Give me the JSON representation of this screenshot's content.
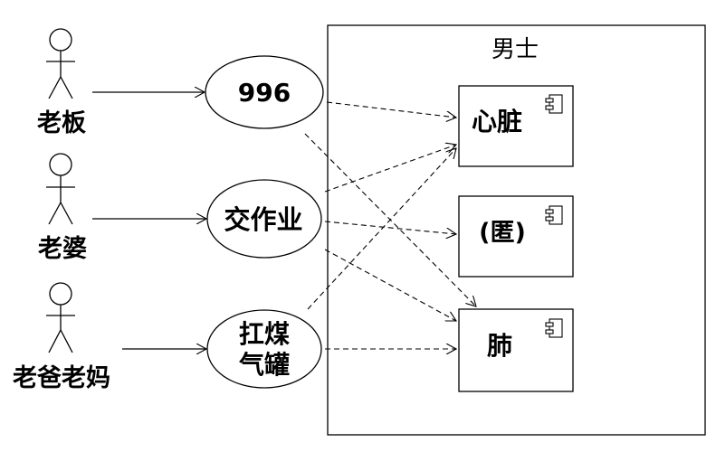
{
  "system": {
    "title": "男士"
  },
  "actors": [
    {
      "id": "boss",
      "label": "老板"
    },
    {
      "id": "wife",
      "label": "老婆"
    },
    {
      "id": "parents",
      "label": "老爸老妈"
    }
  ],
  "usecases": [
    {
      "id": "uc-996",
      "label": "996"
    },
    {
      "id": "uc-homework",
      "label": "交作业"
    },
    {
      "id": "uc-gas",
      "line1": "扛煤",
      "line2": "气罐"
    }
  ],
  "components": [
    {
      "id": "heart",
      "label": "心脏"
    },
    {
      "id": "hidden",
      "label": "(匿)"
    },
    {
      "id": "lung",
      "label": "肺"
    }
  ]
}
